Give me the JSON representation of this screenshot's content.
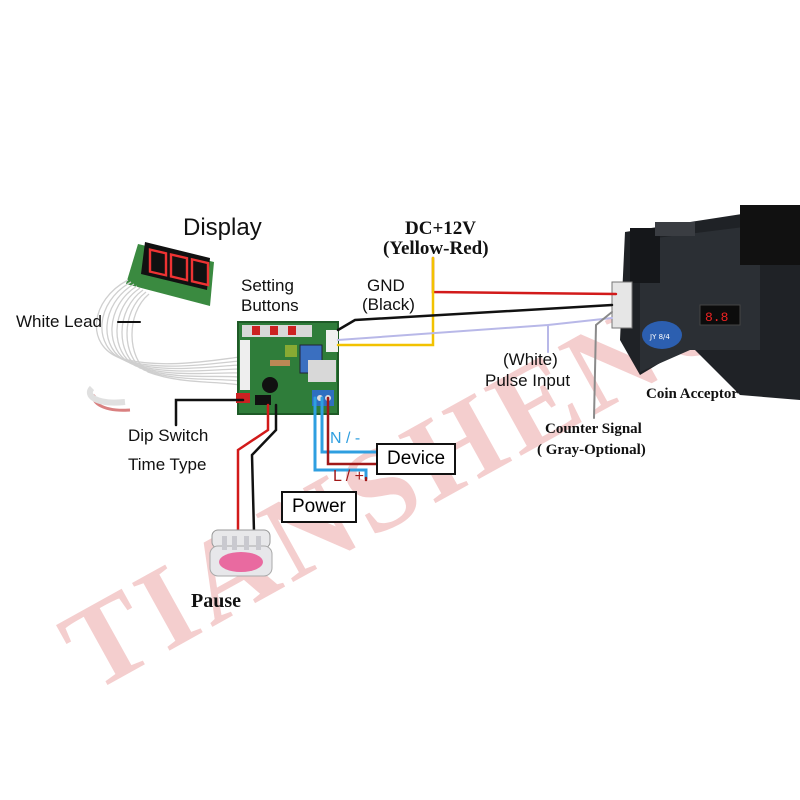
{
  "watermark": "TIANSHENG",
  "labels": {
    "display": "Display",
    "white_lead": "White Lead",
    "setting_buttons_line1": "Setting",
    "setting_buttons_line2": "Buttons",
    "gnd_line1": "GND",
    "gnd_line2": "(Black)",
    "dc_line1": "DC+12V",
    "dc_line2": "(Yellow-Red)",
    "white_line1": "(White)",
    "white_line2": "Pulse Input",
    "coin_acceptor": "Coin Acceptor",
    "counter_line1": "Counter Signal",
    "counter_line2": "( Gray-Optional)",
    "dip_switch": "Dip Switch",
    "time_type": "Time Type",
    "n_minus": "N / -",
    "l_plus": "L / +",
    "device": "Device",
    "power": "Power",
    "pause": "Pause"
  },
  "display_digits": "8.8.8",
  "colors": {
    "wire_red": "#d21a1a",
    "wire_yellow": "#f2c200",
    "wire_black": "#111111",
    "wire_white": "#b8b8e8",
    "wire_gray": "#8a8a8a",
    "wire_blue": "#2f9fe0",
    "wire_darkred": "#a01818",
    "pcb_green": "#2f7d3a",
    "watermark": "#d65050"
  }
}
